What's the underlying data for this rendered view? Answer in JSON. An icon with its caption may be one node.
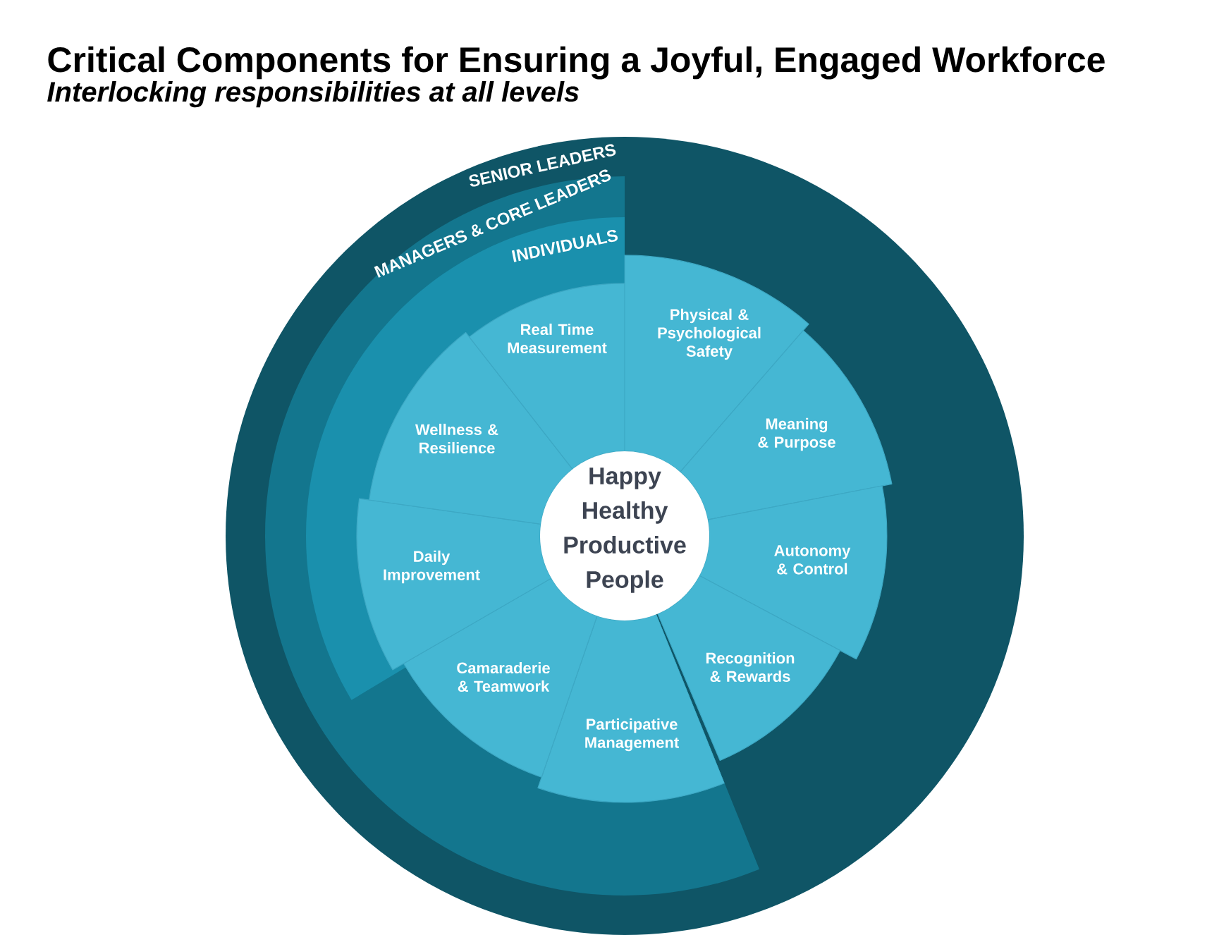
{
  "diagram": {
    "title": "Critical Components for Ensuring a Joyful, Engaged Workforce",
    "nodes": [
      {
        "text": [
          "SENIOR LEADERS"
        ]
      },
      {
        "text": [
          "MANAGERS & CORE LEADERS"
        ],
        "in": 0
      },
      {
        "text": [
          "INDIVIDUALS"
        ],
        "in": 1
      },
      {
        "text": [
          "Physical & Psychological Safety"
        ],
        "in": 0
      },
      {
        "text": [
          "Meaning & Purpose"
        ],
        "in": 0
      },
      {
        "text": [
          "Autonomy & Control"
        ],
        "in": 0
      },
      {
        "text": [
          "Recognition & Rewards"
        ],
        "in": 0
      },
      {
        "text": [
          "Participative Management"
        ],
        "in": 1
      },
      {
        "text": [
          "Camaraderie & Teamwork"
        ],
        "in": 1
      },
      {
        "text": [
          "Daily Improvement"
        ],
        "in": 2
      },
      {
        "text": [
          "Wellness & Resilience"
        ],
        "in": 2
      },
      {
        "text": [
          "Real Time Measurement"
        ],
        "in": 2
      },
      {
        "text": [
          "Happy Healthy Productive People"
        ],
        "in": 0
      }
    ],
    "labels": [
      "Interlocking responsibilities at all levels"
    ]
  }
}
